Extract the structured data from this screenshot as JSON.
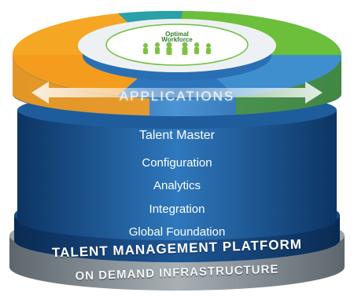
{
  "diagram": {
    "logo": {
      "line1": "Optimal",
      "line2": "Workforce"
    },
    "applications_label": "APPLICATIONS",
    "layers": [
      {
        "label": "Talent Master"
      },
      {
        "label": "Configuration"
      },
      {
        "label": "Analytics"
      },
      {
        "label": "Integration"
      },
      {
        "label": "Global Foundation"
      }
    ],
    "platform_label": "TALENT MANAGEMENT PLATFORM",
    "infrastructure_label": "ON DEMAND INFRASTRUCTURE"
  },
  "colors": {
    "orange": "#f5a623",
    "teal": "#2aa0a8",
    "green": "#6cbf3a",
    "blue_dark": "#0f3d6e",
    "blue_mid": "#1e5a99",
    "blue_light": "#3d86c8",
    "gray": "#8a9399"
  }
}
